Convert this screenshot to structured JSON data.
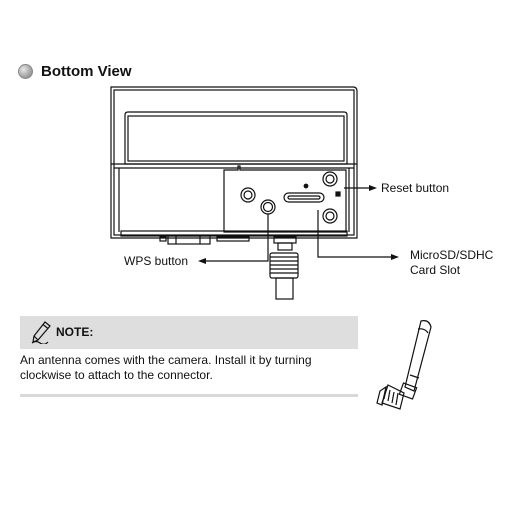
{
  "section": {
    "title": "Bottom View"
  },
  "callouts": {
    "reset": "Reset button",
    "wps": "WPS button",
    "microsd_line1": "MicroSD/SDHC",
    "microsd_line2": "Card Slot"
  },
  "note": {
    "label": "NOTE:",
    "text": "An antenna comes with the camera. Install it by turning clockwise to attach to the connector."
  },
  "icons": {
    "bullet": "circle-bullet-icon",
    "note": "pencil-note-icon"
  }
}
